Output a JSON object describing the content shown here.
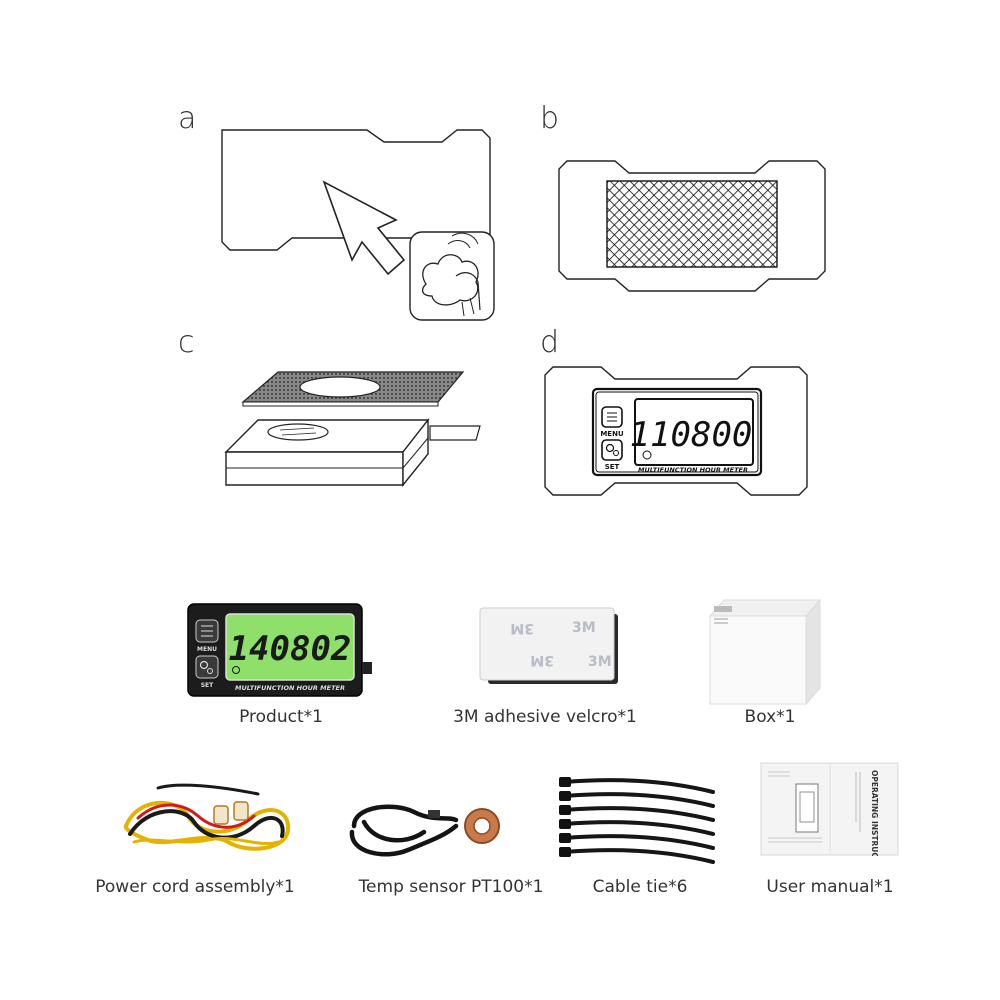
{
  "steps": {
    "a": "a",
    "b": "b",
    "c": "c",
    "d": "d"
  },
  "meter_drawing": {
    "display": "110800",
    "menu_label": "MENU",
    "set_label": "SET",
    "footer": "MULTIFUNCTION HOUR METER"
  },
  "product_photo": {
    "display": "140802",
    "menu_label": "MENU",
    "set_label": "SET",
    "footer": "MULTIFUNCTION HOUR METER",
    "backlight_color": "#8fe06b"
  },
  "velcro_photo": {
    "brand_mark": "3M"
  },
  "manual_photo": {
    "heading": "OPERATING INSTRUCTIONS"
  },
  "package_items": [
    {
      "label": "Product*1"
    },
    {
      "label": "3M adhesive velcro*1"
    },
    {
      "label": "Box*1"
    },
    {
      "label": "Power cord assembly*1"
    },
    {
      "label": "Temp sensor PT100*1"
    },
    {
      "label": "Cable tie*6"
    },
    {
      "label": "User manual*1"
    }
  ]
}
